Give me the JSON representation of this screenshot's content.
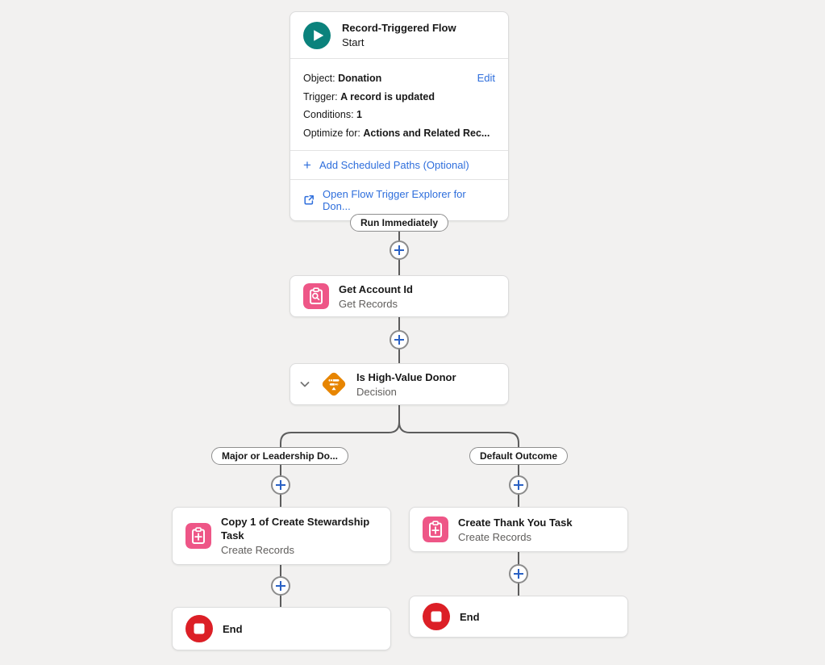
{
  "colors": {
    "canvas_bg": "#f2f1f0",
    "link_blue": "#2e6edc",
    "connector_gray": "#5c5c5c",
    "plus_blue": "#2a61c4",
    "start_teal": "#0b827c",
    "record_pink": "#ee5687",
    "decision_orange": "#e78500",
    "end_red": "#dc1f26"
  },
  "start_node": {
    "icon": "play-icon",
    "title": "Record-Triggered Flow",
    "subtitle": "Start",
    "edit_label": "Edit",
    "details": [
      {
        "label": "Object:",
        "value": "Donation"
      },
      {
        "label": "Trigger:",
        "value": "A record is updated"
      },
      {
        "label": "Conditions:",
        "value": "1"
      },
      {
        "label": "Optimize for:",
        "value": "Actions and Related Rec..."
      }
    ],
    "add_paths_label": "Add Scheduled Paths (Optional)",
    "explorer_label": "Open Flow Trigger Explorer for Don..."
  },
  "run_label": "Run Immediately",
  "branches": {
    "left_label": "Major or Leadership Do...",
    "right_label": "Default Outcome"
  },
  "nodes": {
    "get_account": {
      "icon": "record-lookup-icon",
      "title": "Get Account Id",
      "subtitle": "Get Records"
    },
    "decision": {
      "icon": "decision-diamond-icon",
      "title": "Is High-Value Donor",
      "subtitle": "Decision"
    },
    "left_create": {
      "icon": "record-create-icon",
      "title": "Copy 1 of Create Stewardship Task",
      "subtitle": "Create Records"
    },
    "right_create": {
      "icon": "record-create-icon",
      "title": "Create Thank You Task",
      "subtitle": "Create Records"
    },
    "left_end": {
      "icon": "end-stop-icon",
      "title": "End"
    },
    "right_end": {
      "icon": "end-stop-icon",
      "title": "End"
    }
  }
}
